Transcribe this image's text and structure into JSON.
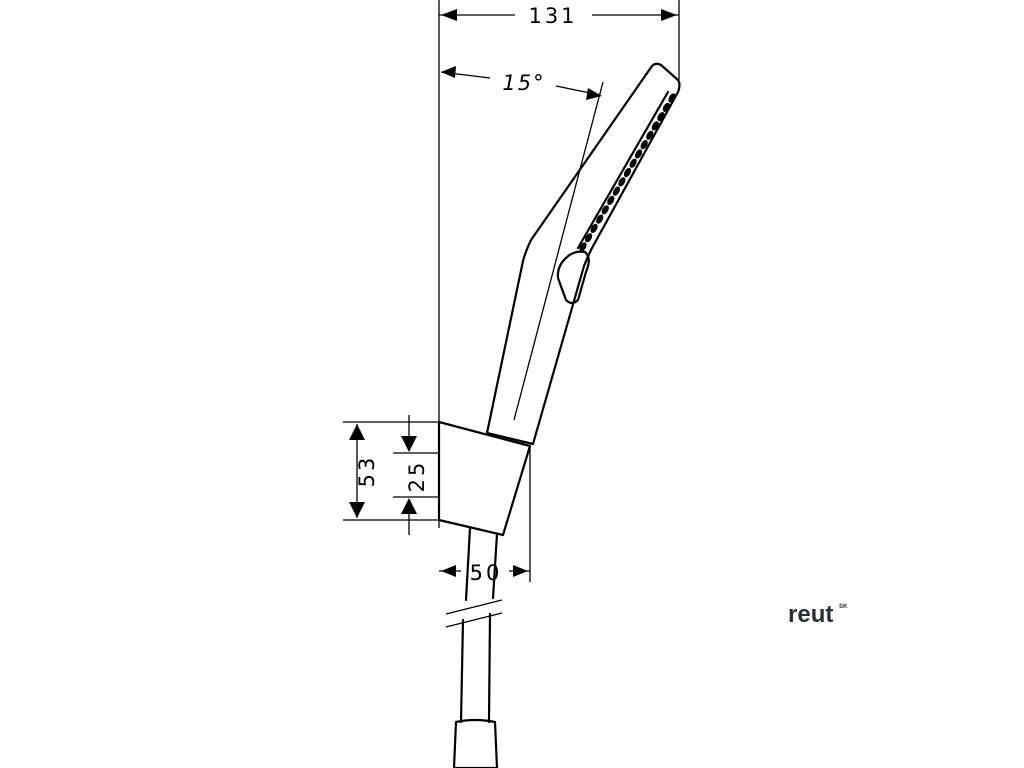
{
  "dimensions": {
    "total_width": "131",
    "angle": "15°",
    "holder_height": "53",
    "holder_offset": "25",
    "holder_depth": "50"
  },
  "logo": {
    "text": "reut",
    "superscript": "SK"
  },
  "colors": {
    "line": "#000000",
    "logo": "#2b2e33",
    "background": "#ffffff"
  }
}
